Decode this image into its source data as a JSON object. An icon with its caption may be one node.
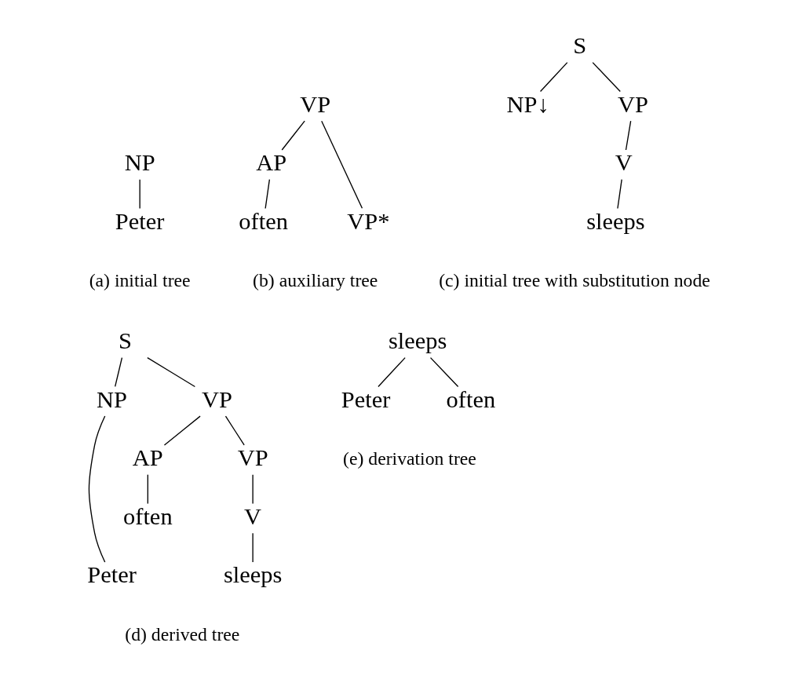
{
  "diagram": {
    "nodes": [
      {
        "text": [
          "NP"
        ]
      },
      {
        "text": [
          "Peter"
        ]
      },
      {
        "text": [
          "VP"
        ]
      },
      {
        "text": [
          "AP"
        ]
      },
      {
        "text": [
          "VP*"
        ]
      },
      {
        "text": [
          "often"
        ]
      },
      {
        "text": [
          "S"
        ]
      },
      {
        "text": [
          "NP↓"
        ]
      },
      {
        "text": [
          "VP"
        ]
      },
      {
        "text": [
          "V"
        ]
      },
      {
        "text": [
          "sleeps"
        ]
      },
      {
        "text": [
          "S"
        ]
      },
      {
        "text": [
          "NP"
        ]
      },
      {
        "text": [
          "VP"
        ]
      },
      {
        "text": [
          "Peter"
        ]
      },
      {
        "text": [
          "AP"
        ]
      },
      {
        "text": [
          "VP"
        ]
      },
      {
        "text": [
          "often"
        ]
      },
      {
        "text": [
          "V"
        ]
      },
      {
        "text": [
          "sleeps"
        ]
      },
      {
        "text": [
          "sleeps"
        ]
      },
      {
        "text": [
          "Peter"
        ]
      },
      {
        "text": [
          "often"
        ]
      }
    ],
    "edges": [
      {
        "from": 0,
        "to": 1,
        "arrow": "none"
      },
      {
        "from": 2,
        "to": 3,
        "arrow": "none"
      },
      {
        "from": 2,
        "to": 4,
        "arrow": "none"
      },
      {
        "from": 3,
        "to": 5,
        "arrow": "none"
      },
      {
        "from": 6,
        "to": 7,
        "arrow": "none"
      },
      {
        "from": 6,
        "to": 8,
        "arrow": "none"
      },
      {
        "from": 8,
        "to": 9,
        "arrow": "none"
      },
      {
        "from": 9,
        "to": 10,
        "arrow": "none"
      },
      {
        "from": 11,
        "to": 12,
        "arrow": "none"
      },
      {
        "from": 11,
        "to": 13,
        "arrow": "none"
      },
      {
        "from": 12,
        "to": 14,
        "arrow": "none"
      },
      {
        "from": 13,
        "to": 15,
        "arrow": "none"
      },
      {
        "from": 13,
        "to": 16,
        "arrow": "none"
      },
      {
        "from": 15,
        "to": 17,
        "arrow": "none"
      },
      {
        "from": 16,
        "to": 18,
        "arrow": "none"
      },
      {
        "from": 18,
        "to": 19,
        "arrow": "none"
      },
      {
        "from": 20,
        "to": 21,
        "arrow": "none"
      },
      {
        "from": 20,
        "to": 22,
        "arrow": "none"
      }
    ],
    "labels": [
      "(a) initial tree",
      "(b) auxiliary tree",
      "(c) initial tree with substitution node",
      "(d) derived tree",
      "(e) derivation tree"
    ]
  }
}
